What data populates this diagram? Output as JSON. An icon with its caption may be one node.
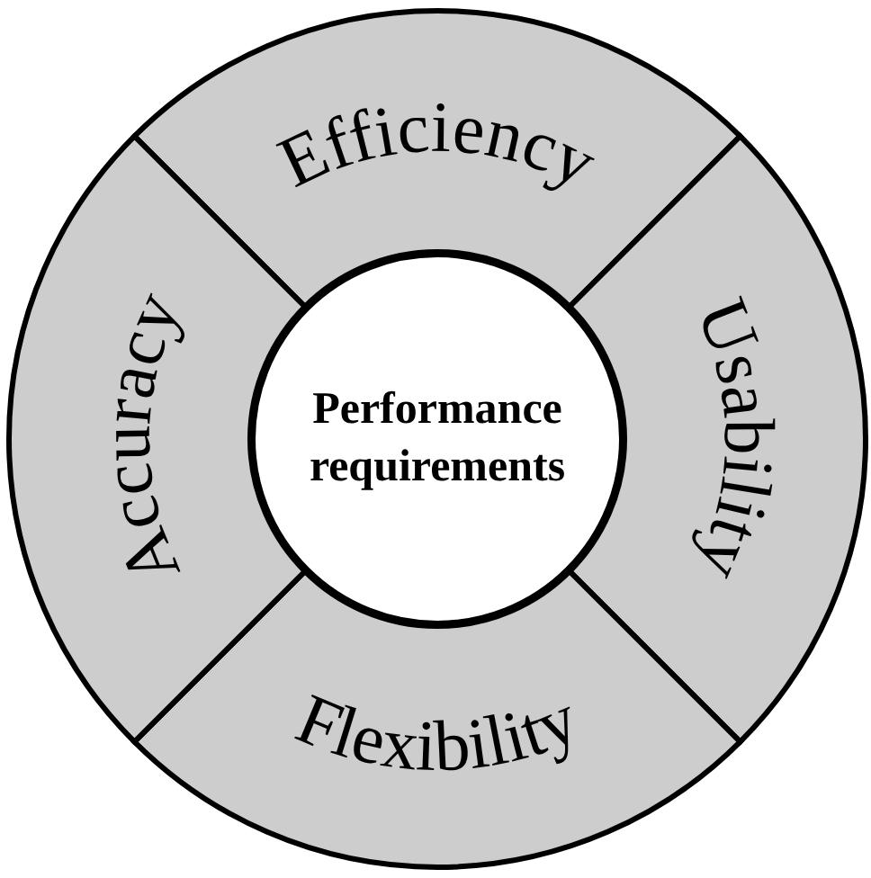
{
  "diagram": {
    "nodes": [
      {
        "text": [
          "Performance requirements"
        ]
      },
      {
        "text": [
          "Efficiency"
        ]
      },
      {
        "text": [
          "Usability"
        ]
      },
      {
        "text": [
          "Flexibility"
        ]
      },
      {
        "text": [
          "Accuracy"
        ]
      }
    ]
  }
}
